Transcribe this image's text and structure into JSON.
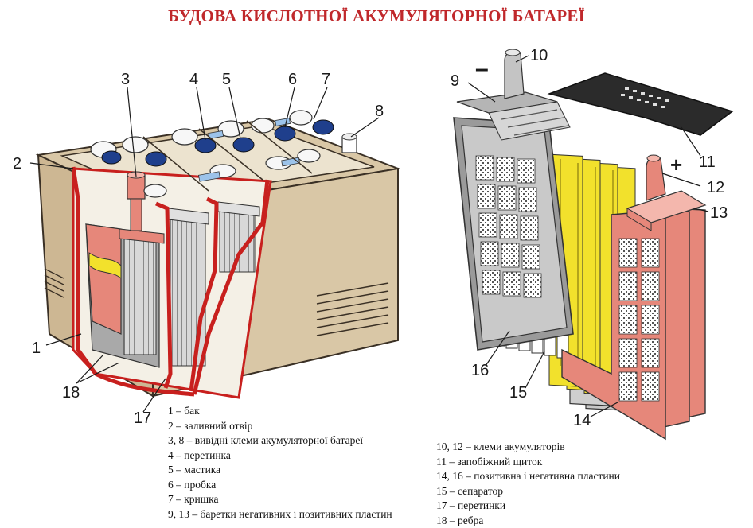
{
  "title": "БУДОВА КИСЛОТНОЇ АКУМУЛЯТОРНОЇ БАТАРЕЇ",
  "colors": {
    "title": "#c0282b",
    "case": "#d9c7a6",
    "case_edge": "#3a3025",
    "cut_red": "#c8201e",
    "positive_plate": "#e6877a",
    "separator": "#f2e12c",
    "cell_cap": "#1f3f8c",
    "negative_plate": "#b5b5b5"
  },
  "callouts": {
    "n1": "1",
    "n2": "2",
    "n3": "3",
    "n4": "4",
    "n5": "5",
    "n6": "6",
    "n7": "7",
    "n8": "8",
    "n9": "9",
    "n10": "10",
    "n11": "11",
    "n12": "12",
    "n13": "13",
    "n14": "14",
    "n15": "15",
    "n16": "16",
    "n17": "17",
    "n18": "18"
  },
  "signs": {
    "minus": "–",
    "plus": "+"
  },
  "legend_left": [
    "1 – бак",
    "2 – заливний отвір",
    "3, 8 – вивідні клеми акумуляторної батареї",
    "4 – перетинка",
    "5 – мастика",
    "6 – пробка",
    "7 – кришка",
    "9, 13 – баретки негативних і позитивних пластин"
  ],
  "legend_right": [
    "10, 12 – клеми акумуляторів",
    "11 – запобіжний щиток",
    "14, 16 – позитивна і негативна пластини",
    "15 – сепаратор",
    "17 – перетинки",
    "18 – ребра"
  ]
}
